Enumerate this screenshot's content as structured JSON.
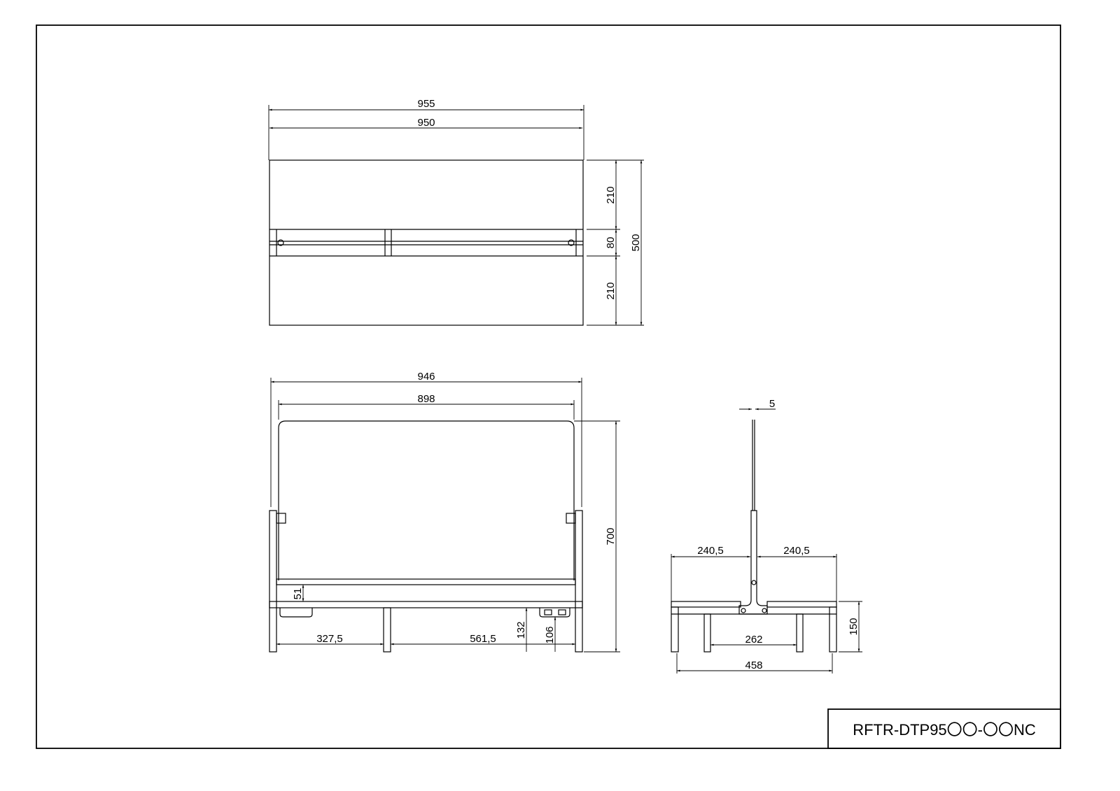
{
  "top_view": {
    "dims": {
      "overall_width": "955",
      "panel_width": "950",
      "upper_depth": "210",
      "center_rail": "80",
      "lower_depth": "210",
      "total_depth": "500"
    }
  },
  "front_view": {
    "dims": {
      "overall_width": "946",
      "panel_width": "898",
      "height": "700",
      "shelf_gap": "51",
      "left_span": "327,5",
      "right_span": "561,5",
      "beam_height": "132",
      "outlet_height": "106"
    }
  },
  "side_view": {
    "dims": {
      "panel_thickness": "5",
      "left_depth": "240,5",
      "right_depth": "240,5",
      "base_height": "150",
      "inner_leg_span": "262",
      "outer_leg_span": "458"
    }
  },
  "title_block": {
    "model": "RFTR-DTP95〇〇-〇〇NC"
  }
}
